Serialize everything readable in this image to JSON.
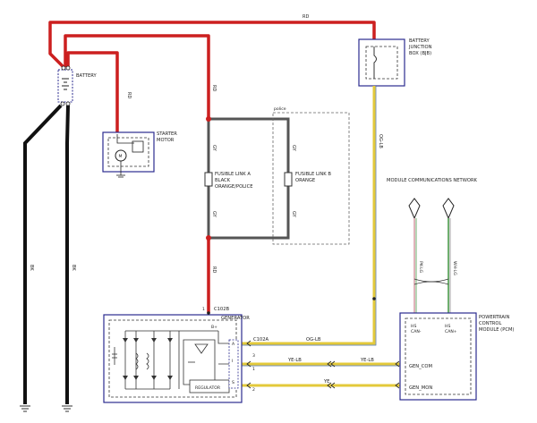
{
  "wire_labels": {
    "rd_top": "RD",
    "rd_starter": "RD",
    "rd_fusible_top": "RD",
    "rd_fusible_bottom": "RD",
    "gy_a_top": "GY",
    "gy_a_bottom": "GY",
    "gy_b_top": "GY",
    "gy_b_bottom": "GY",
    "og_lb_vertical": "OG-LB",
    "og_lb_horizontal": "OG-LB",
    "ye_lb_1": "YE-LB",
    "ye_lb_2": "YE-LB",
    "ye": "YE",
    "bk_1": "BK",
    "bk_2": "BK",
    "pk_lg": "PK-LG",
    "wh_lg": "WH-LG"
  },
  "components": {
    "battery": "BATTERY",
    "battery_junction_box": [
      "BATTERY",
      "JUNCTION",
      "BOX (BJB)"
    ],
    "starter_motor": [
      "STARTER",
      "MOTOR"
    ],
    "fusible_link_a": [
      "FUSIBLE LINK A",
      "BLACK",
      "ORANGE/POLICE"
    ],
    "fusible_link_b": [
      "FUSIBLE LINK B",
      "ORANGE"
    ],
    "police_label": "police",
    "module_network": "MODULE COMMUNICATIONS NETWORK",
    "generator": "GENERATOR",
    "regulator": "REGULATOR",
    "pcm": [
      "POWERTRAIN",
      "CONTROL",
      "MODULE (PCM)"
    ]
  },
  "connectors": {
    "c102b": "C102B",
    "c102a": "C102A",
    "b_plus": "B+",
    "pin_1": "1",
    "pin_2": "2",
    "pin_3": "3",
    "pin_a": "A",
    "pin_i": "I",
    "pin_s": "S"
  },
  "pcm_pins": {
    "hs_can_minus": [
      "HS",
      "CAN-"
    ],
    "hs_can_plus": [
      "HS",
      "CAN+"
    ],
    "gen_com": "GEN_COM",
    "gen_mon": "GEN_MON"
  },
  "colors": {
    "red_wire": "#cc1f1f",
    "black_wire": "#111111",
    "gray_wire": "#555555",
    "yellow_wire": "#e3c93a",
    "green_wire": "#4a9a4a",
    "pink_wire": "#d8a0a8",
    "module_border": "#2b2b8f"
  }
}
